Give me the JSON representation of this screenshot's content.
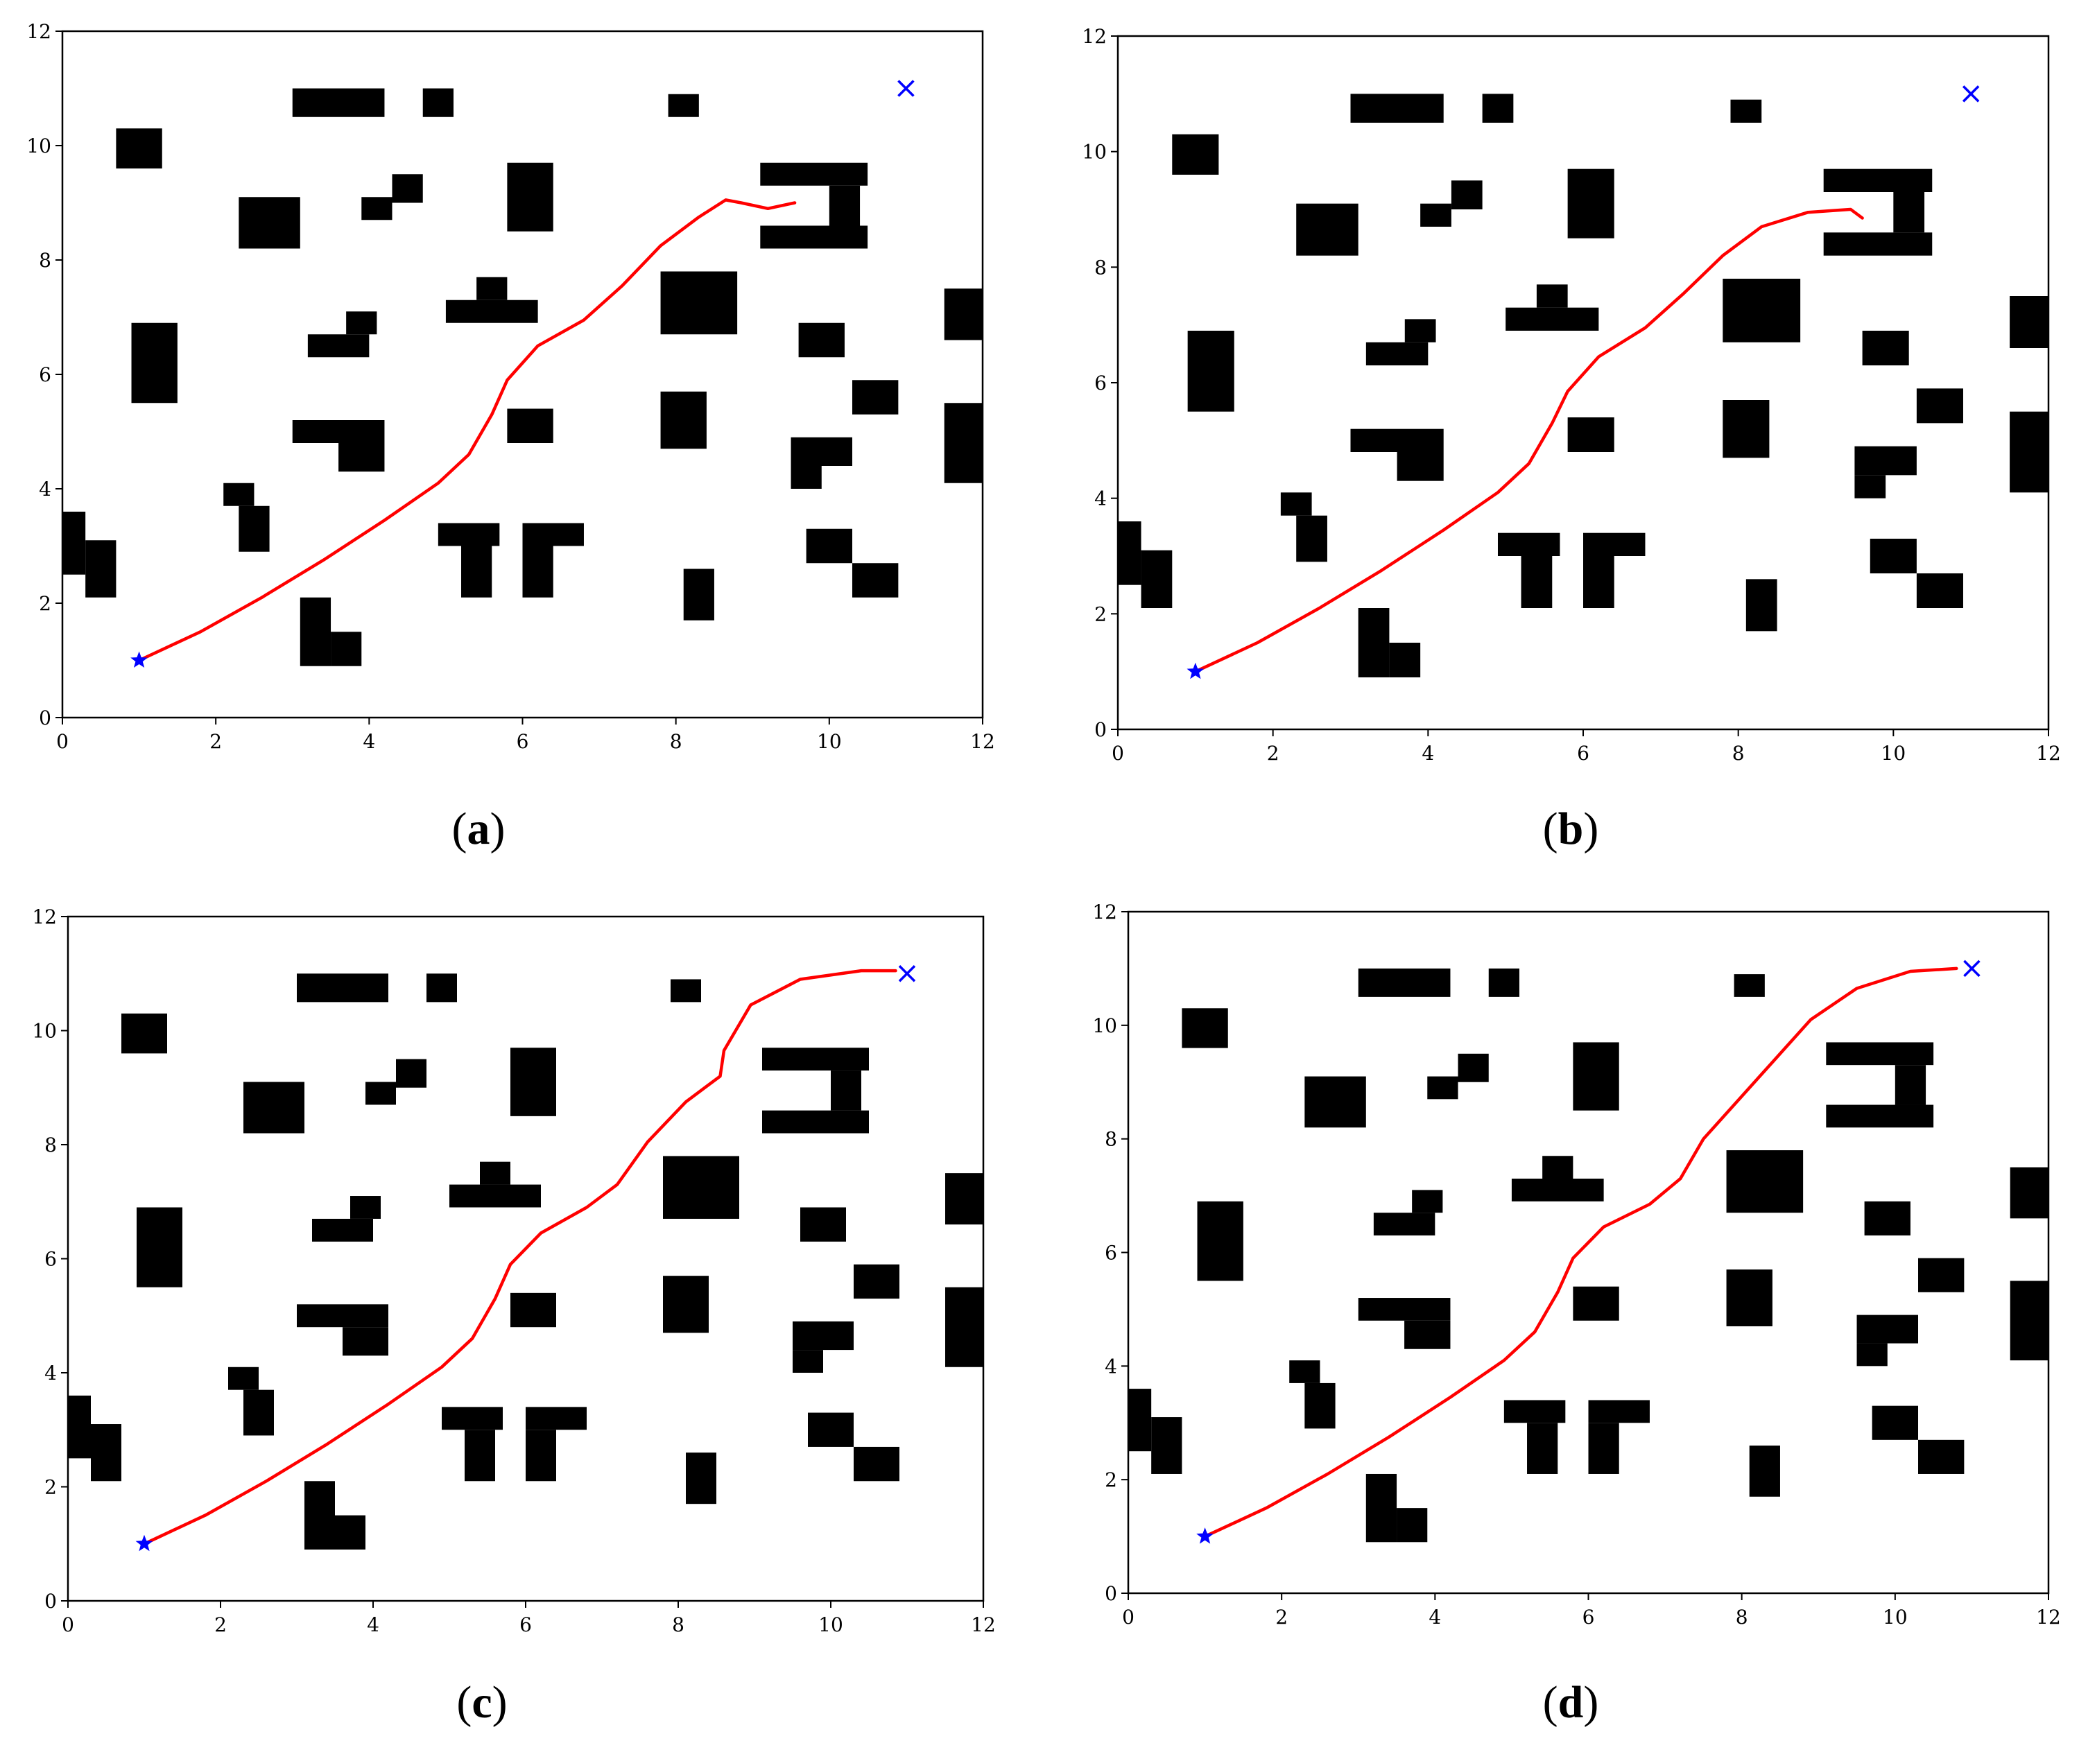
{
  "colors": {
    "path": "#ff0000",
    "obstacle": "#000000",
    "markers": "#0000ff",
    "axes": "#000000",
    "background": "#ffffff"
  },
  "captions": [
    "a",
    "b",
    "c",
    "d"
  ],
  "chart_data": [
    {
      "type": "line",
      "panel": "a",
      "xlim": [
        0,
        12
      ],
      "ylim": [
        0,
        12
      ],
      "x_ticks": [
        "0",
        "2",
        "4",
        "6",
        "8",
        "10",
        "12"
      ],
      "y_ticks": [
        "0",
        "2",
        "4",
        "6",
        "8",
        "10",
        "12"
      ],
      "grid": false,
      "obstacles": "map",
      "start": {
        "marker": "star",
        "x": 1,
        "y": 1
      },
      "goal": {
        "marker": "x",
        "x": 11,
        "y": 11
      },
      "path": {
        "x": [
          1.0,
          1.8,
          2.6,
          3.4,
          4.2,
          4.9,
          5.3,
          5.6,
          5.8,
          6.2,
          6.8,
          7.3,
          7.8,
          8.3,
          8.65,
          8.85,
          9.2,
          9.55
        ],
        "y": [
          1.0,
          1.5,
          2.1,
          2.75,
          3.45,
          4.1,
          4.6,
          5.3,
          5.9,
          6.5,
          6.95,
          7.55,
          8.25,
          8.75,
          9.05,
          9.0,
          8.9,
          9.0
        ]
      }
    },
    {
      "type": "line",
      "panel": "b",
      "xlim": [
        0,
        12
      ],
      "ylim": [
        0,
        12
      ],
      "x_ticks": [
        "0",
        "2",
        "4",
        "6",
        "8",
        "10",
        "12"
      ],
      "y_ticks": [
        "0",
        "2",
        "4",
        "6",
        "8",
        "10",
        "12"
      ],
      "grid": false,
      "obstacles": "map",
      "start": {
        "marker": "star",
        "x": 1,
        "y": 1
      },
      "goal": {
        "marker": "x",
        "x": 11,
        "y": 11
      },
      "path": {
        "x": [
          1.0,
          1.8,
          2.6,
          3.4,
          4.2,
          4.9,
          5.3,
          5.6,
          5.8,
          6.2,
          6.8,
          7.3,
          7.8,
          8.3,
          8.9,
          9.45,
          9.6
        ],
        "y": [
          1.0,
          1.5,
          2.1,
          2.75,
          3.45,
          4.1,
          4.6,
          5.3,
          5.85,
          6.45,
          6.95,
          7.55,
          8.2,
          8.7,
          8.95,
          9.0,
          8.85
        ]
      }
    },
    {
      "type": "line",
      "panel": "c",
      "xlim": [
        0,
        12
      ],
      "ylim": [
        0,
        12
      ],
      "x_ticks": [
        "0",
        "2",
        "4",
        "6",
        "8",
        "10",
        "12"
      ],
      "y_ticks": [
        "0",
        "2",
        "4",
        "6",
        "8",
        "10",
        "12"
      ],
      "grid": false,
      "obstacles": "map",
      "start": {
        "marker": "star",
        "x": 1,
        "y": 1
      },
      "goal": {
        "marker": "x",
        "x": 11,
        "y": 11
      },
      "path": {
        "x": [
          1.0,
          1.8,
          2.6,
          3.4,
          4.2,
          4.9,
          5.3,
          5.6,
          5.8,
          6.2,
          6.8,
          7.2,
          7.6,
          8.1,
          8.55,
          8.6,
          8.95,
          9.6,
          10.4,
          10.85
        ],
        "y": [
          1.0,
          1.5,
          2.1,
          2.75,
          3.45,
          4.1,
          4.6,
          5.3,
          5.9,
          6.45,
          6.9,
          7.3,
          8.05,
          8.75,
          9.2,
          9.65,
          10.45,
          10.9,
          11.05,
          11.05
        ]
      }
    },
    {
      "type": "line",
      "panel": "d",
      "xlim": [
        0,
        12
      ],
      "ylim": [
        0,
        12
      ],
      "x_ticks": [
        "0",
        "2",
        "4",
        "6",
        "8",
        "10",
        "12"
      ],
      "y_ticks": [
        "0",
        "2",
        "4",
        "6",
        "8",
        "10",
        "12"
      ],
      "grid": false,
      "obstacles": "map",
      "start": {
        "marker": "star",
        "x": 1,
        "y": 1
      },
      "goal": {
        "marker": "x",
        "x": 11,
        "y": 11
      },
      "path": {
        "x": [
          1.0,
          1.8,
          2.6,
          3.4,
          4.2,
          4.9,
          5.3,
          5.6,
          5.8,
          6.2,
          6.8,
          7.2,
          7.5,
          8.0,
          8.4,
          8.9,
          9.5,
          10.2,
          10.8
        ],
        "y": [
          1.0,
          1.5,
          2.1,
          2.75,
          3.45,
          4.1,
          4.6,
          5.3,
          5.9,
          6.45,
          6.85,
          7.3,
          8.0,
          8.75,
          9.35,
          10.1,
          10.65,
          10.95,
          11.0
        ]
      }
    }
  ],
  "map": {
    "obstacles": [
      {
        "x": 0.0,
        "y": 2.5,
        "w": 0.3,
        "h": 1.1
      },
      {
        "x": 0.3,
        "y": 2.1,
        "w": 0.4,
        "h": 1.0
      },
      {
        "x": 0.7,
        "y": 9.6,
        "w": 0.6,
        "h": 0.7
      },
      {
        "x": 0.9,
        "y": 5.5,
        "w": 0.6,
        "h": 1.4
      },
      {
        "x": 2.3,
        "y": 8.2,
        "w": 0.8,
        "h": 0.9
      },
      {
        "x": 2.1,
        "y": 3.7,
        "w": 0.4,
        "h": 0.4
      },
      {
        "x": 2.3,
        "y": 2.9,
        "w": 0.4,
        "h": 0.8
      },
      {
        "x": 3.0,
        "y": 10.5,
        "w": 1.2,
        "h": 0.5
      },
      {
        "x": 4.7,
        "y": 10.5,
        "w": 0.4,
        "h": 0.5
      },
      {
        "x": 3.1,
        "y": 0.9,
        "w": 0.4,
        "h": 1.2
      },
      {
        "x": 3.5,
        "y": 0.9,
        "w": 0.4,
        "h": 0.6
      },
      {
        "x": 3.0,
        "y": 4.8,
        "w": 1.2,
        "h": 0.4
      },
      {
        "x": 3.6,
        "y": 4.3,
        "w": 0.6,
        "h": 0.5
      },
      {
        "x": 3.2,
        "y": 6.3,
        "w": 0.8,
        "h": 0.4
      },
      {
        "x": 3.7,
        "y": 6.7,
        "w": 0.4,
        "h": 0.4
      },
      {
        "x": 3.9,
        "y": 8.7,
        "w": 0.4,
        "h": 0.4
      },
      {
        "x": 4.3,
        "y": 9.0,
        "w": 0.4,
        "h": 0.5
      },
      {
        "x": 4.9,
        "y": 3.0,
        "w": 0.8,
        "h": 0.4
      },
      {
        "x": 5.2,
        "y": 2.1,
        "w": 0.4,
        "h": 0.9
      },
      {
        "x": 6.0,
        "y": 3.0,
        "w": 0.8,
        "h": 0.4
      },
      {
        "x": 6.0,
        "y": 2.1,
        "w": 0.4,
        "h": 0.9
      },
      {
        "x": 5.0,
        "y": 6.9,
        "w": 1.2,
        "h": 0.4
      },
      {
        "x": 5.4,
        "y": 7.3,
        "w": 0.4,
        "h": 0.4
      },
      {
        "x": 5.8,
        "y": 8.5,
        "w": 0.6,
        "h": 1.2
      },
      {
        "x": 5.8,
        "y": 4.8,
        "w": 0.6,
        "h": 0.6
      },
      {
        "x": 7.9,
        "y": 10.5,
        "w": 0.4,
        "h": 0.4
      },
      {
        "x": 7.8,
        "y": 6.7,
        "w": 1.0,
        "h": 1.1
      },
      {
        "x": 7.8,
        "y": 4.7,
        "w": 0.6,
        "h": 1.0
      },
      {
        "x": 8.1,
        "y": 1.7,
        "w": 0.4,
        "h": 0.9
      },
      {
        "x": 9.1,
        "y": 9.3,
        "w": 1.4,
        "h": 0.4
      },
      {
        "x": 10.0,
        "y": 8.6,
        "w": 0.4,
        "h": 0.7
      },
      {
        "x": 9.1,
        "y": 8.2,
        "w": 1.4,
        "h": 0.4
      },
      {
        "x": 9.6,
        "y": 6.3,
        "w": 0.6,
        "h": 0.6
      },
      {
        "x": 10.3,
        "y": 5.3,
        "w": 0.6,
        "h": 0.6
      },
      {
        "x": 9.5,
        "y": 4.4,
        "w": 0.8,
        "h": 0.5
      },
      {
        "x": 9.5,
        "y": 4.0,
        "w": 0.4,
        "h": 0.4
      },
      {
        "x": 9.7,
        "y": 2.7,
        "w": 0.6,
        "h": 0.6
      },
      {
        "x": 10.3,
        "y": 2.1,
        "w": 0.6,
        "h": 0.6
      },
      {
        "x": 11.5,
        "y": 6.6,
        "w": 0.5,
        "h": 0.9
      },
      {
        "x": 11.5,
        "y": 4.1,
        "w": 0.5,
        "h": 1.4
      }
    ]
  }
}
